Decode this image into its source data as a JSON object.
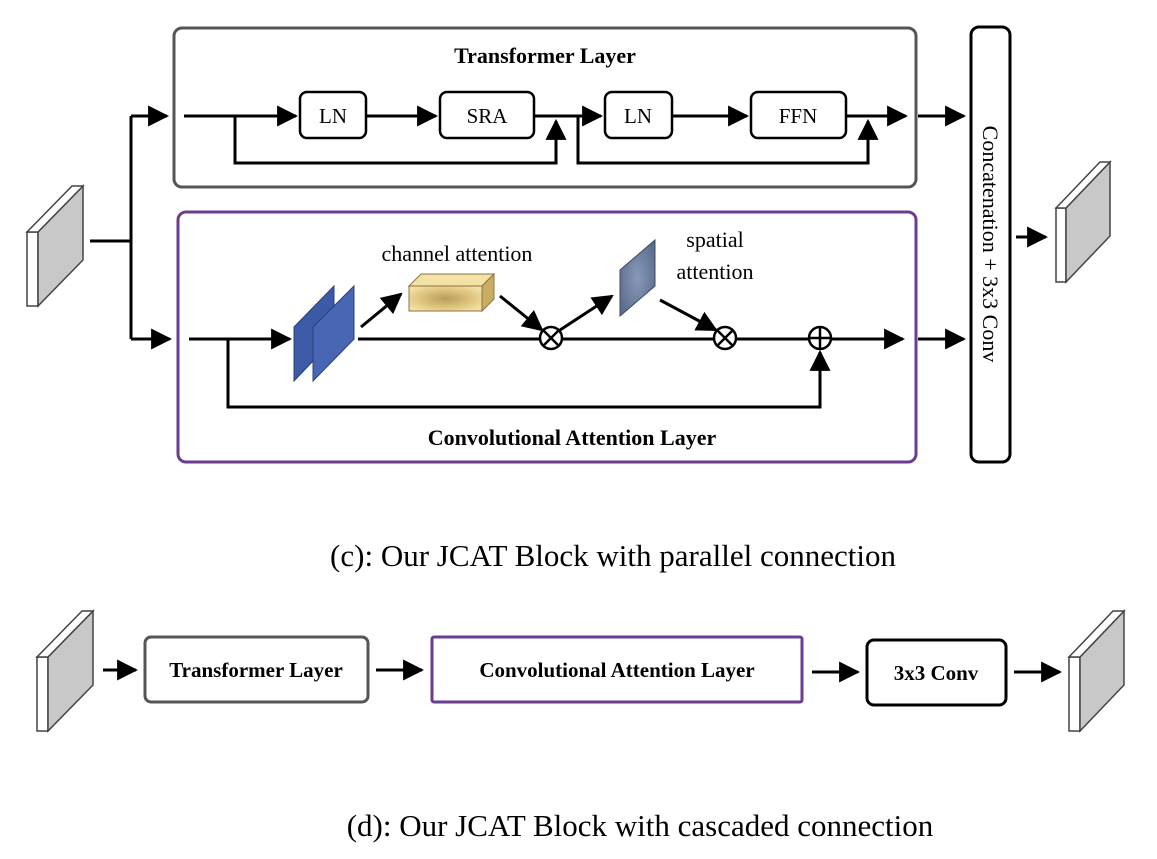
{
  "parallel": {
    "transformer_title": "Transformer Layer",
    "ln1": "LN",
    "sra": "SRA",
    "ln2": "LN",
    "ffn": "FFN",
    "channel_attention": "channel attention",
    "spatial_line1": "spatial",
    "spatial_line2": "attention",
    "conv_attention_title": "Convolutional Attention Layer",
    "concat_label": "Concatenation + 3x3 Conv",
    "caption": "(c): Our JCAT Block with parallel connection"
  },
  "cascaded": {
    "transformer": "Transformer Layer",
    "conv_attention": "Convolutional Attention Layer",
    "conv": "3x3 Conv",
    "caption": "(d): Our JCAT Block with cascaded connection"
  },
  "colors": {
    "transformer_border": "#555555",
    "conv_attention_border": "#6a3d8f",
    "feature_blue": "#3c5aa6",
    "channel_gold": "#e2c878",
    "spatial_slate": "#6e7f9f",
    "feature_gray": "#c8c8c8"
  }
}
